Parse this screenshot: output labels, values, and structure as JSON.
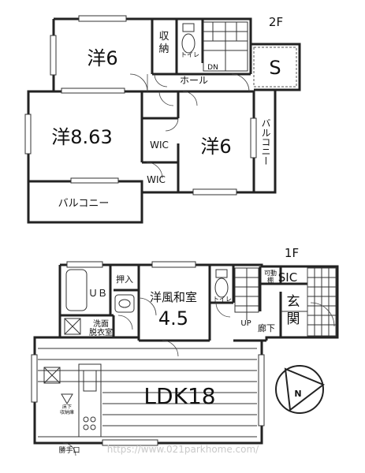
{
  "floor2": {
    "title": "2F",
    "rooms": {
      "western_top": "洋6",
      "storage_1": "収",
      "storage_2": "納",
      "toilet": "トイレ",
      "stairs_dn": "DN",
      "hall": "ホール",
      "storage_s": "S",
      "western_large": "洋8.63",
      "wic_upper": "WIC",
      "wic_lower": "WIC",
      "western_right": "洋6",
      "balcony_side": "バルコニー",
      "balcony_bottom": "バルコニー"
    }
  },
  "floor1": {
    "title": "1F",
    "rooms": {
      "closet": "押入",
      "bath": "ＵＢ",
      "washroom_1": "洗面",
      "washroom_2": "脱衣室",
      "japanese_room": "洋風和室",
      "japanese_size": "4.5",
      "toilet": "トイレ",
      "stairs_up": "UP",
      "hallway": "廊下",
      "movable_shelf_1": "可動",
      "movable_shelf_2": "棚",
      "shoe_closet": "SIC",
      "entrance_1": "玄",
      "entrance_2": "関",
      "underfloor_1": "床下",
      "underfloor_2": "収納庫",
      "ldk": "LDK18",
      "service_door": "勝手口"
    }
  },
  "compass": {
    "north_label": "N"
  },
  "watermark": "https://www.021parkhome.com/"
}
